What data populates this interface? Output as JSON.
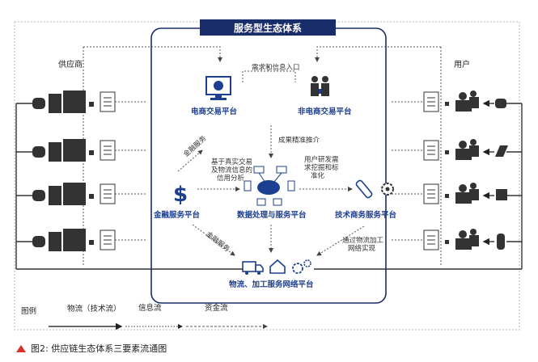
{
  "title": "服务型生态体系",
  "left_group": "供应商",
  "right_group": "用户",
  "nodes": {
    "ecommerce": "电商交易平台",
    "non_ecommerce": "非电商交易平台",
    "finance": "金融服务平台",
    "data": "数据处理与服务平台",
    "tech": "技术商务服务平台",
    "logistics": "物流、加工服务网络平台"
  },
  "notes": {
    "demand": "需求和信息入口",
    "result": "成果精准推介",
    "credit_1": "基于真实交易",
    "credit_2": "及物流信息的",
    "credit_3": "信用分析",
    "rd_1": "用户研发需",
    "rd_2": "求挖掘和标",
    "rd_3": "准化",
    "fin_1": "金融服务",
    "fin_2": "金融服务",
    "proc_1": "通过物流加工",
    "proc_2": "网络实现"
  },
  "legend": {
    "label": "图例",
    "material": "物流（技术流）",
    "info": "信息流",
    "money": "资金流"
  },
  "caption": "图2: 供应链生态体系三要素流通图",
  "colors": {
    "frame": "#1a2d6b",
    "accent_blue": "#1d3f8f",
    "caption_icon": "#d6312b"
  }
}
